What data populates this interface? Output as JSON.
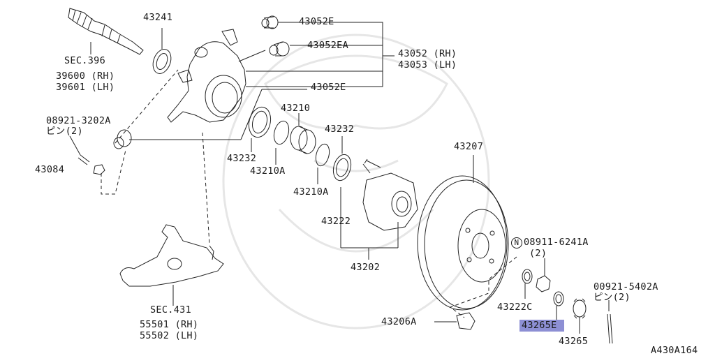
{
  "diagram": {
    "figure_code": "A430A164",
    "labels": {
      "p43241": "43241",
      "sec396": "SEC.396",
      "sec396_rh": "39600 (RH)",
      "sec396_lh": "39601 (LH)",
      "p43052E_top": "43052E",
      "p43052EA": "43052EA",
      "p43052_rh": "43052 (RH)",
      "p43053_lh": "43053 (LH)",
      "p43052E_mid": "43052E",
      "p08921_3202A": "08921-3202A",
      "p08921_pin": "ピン(2)",
      "p43084": "43084",
      "p43210": "43210",
      "p43232_a": "43232",
      "p43232_b": "43232",
      "p43210A_a": "43210A",
      "p43210A_b": "43210A",
      "p43222": "43222",
      "p43202": "43202",
      "p43207": "43207",
      "n_mark": "N",
      "p08911_6241A": "08911-6241A",
      "p08911_qty": "(2)",
      "p00921_5402A": "00921-5402A",
      "p00921_pin": "ピン(2)",
      "p43222C": "43222C",
      "p43265E": "43265E",
      "p43265": "43265",
      "p43206A": "43206A",
      "sec431": "SEC.431",
      "sec431_rh": "55501 (RH)",
      "sec431_lh": "55502 (LH)"
    }
  }
}
